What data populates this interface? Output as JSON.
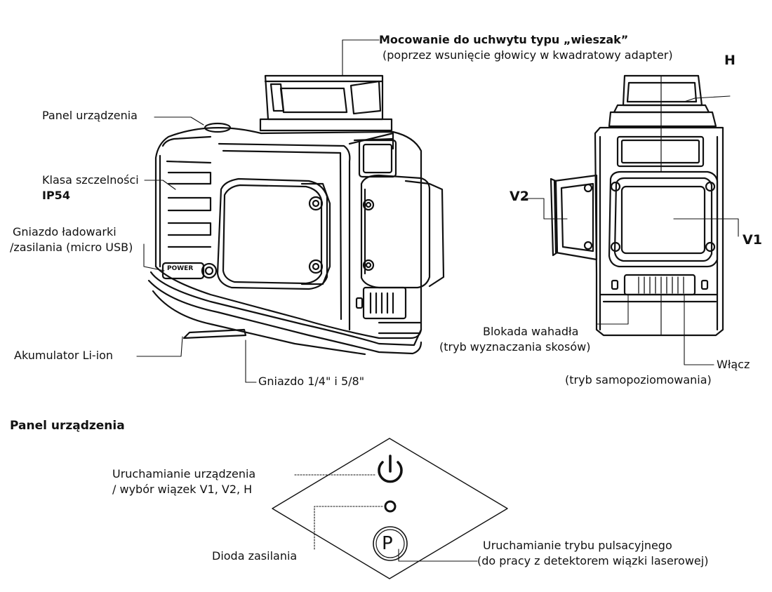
{
  "labels": {
    "mount_title": "Mocowanie do uchwytu typu „wieszak”",
    "mount_sub": "(poprzez wsunięcie głowicy w kwadratowy adapter)",
    "h": "H",
    "panel_label": "Panel urządzenia",
    "ip_line1": "Klasa szczelności",
    "ip_line2": "IP54",
    "charger_line1": "Gniazdo ładowarki",
    "charger_line2": "/zasilania (micro USB)",
    "battery": "Akumulator Li-ion",
    "thread": "Gniazdo 1/4\" i 5/8\"",
    "v2": "V2",
    "v1": "V1",
    "lock_line1": "Blokada wahadła",
    "lock_line2": "(tryb wyznaczania skosów)",
    "on_line1": "Włącz",
    "on_line2": "(tryb samopoziomowania)",
    "power_button_text": "POWER"
  },
  "panel": {
    "heading": "Panel urządzenia",
    "power_line1": "Uruchamianie urządzenia",
    "power_line2": "/ wybór wiązek V1, V2, H",
    "led": "Dioda zasilania",
    "pulse_line1": "Uruchamianie trybu pulsacyjnego",
    "pulse_line2": "(do pracy z detektorem wiązki laserowej)",
    "p_key": "P"
  }
}
